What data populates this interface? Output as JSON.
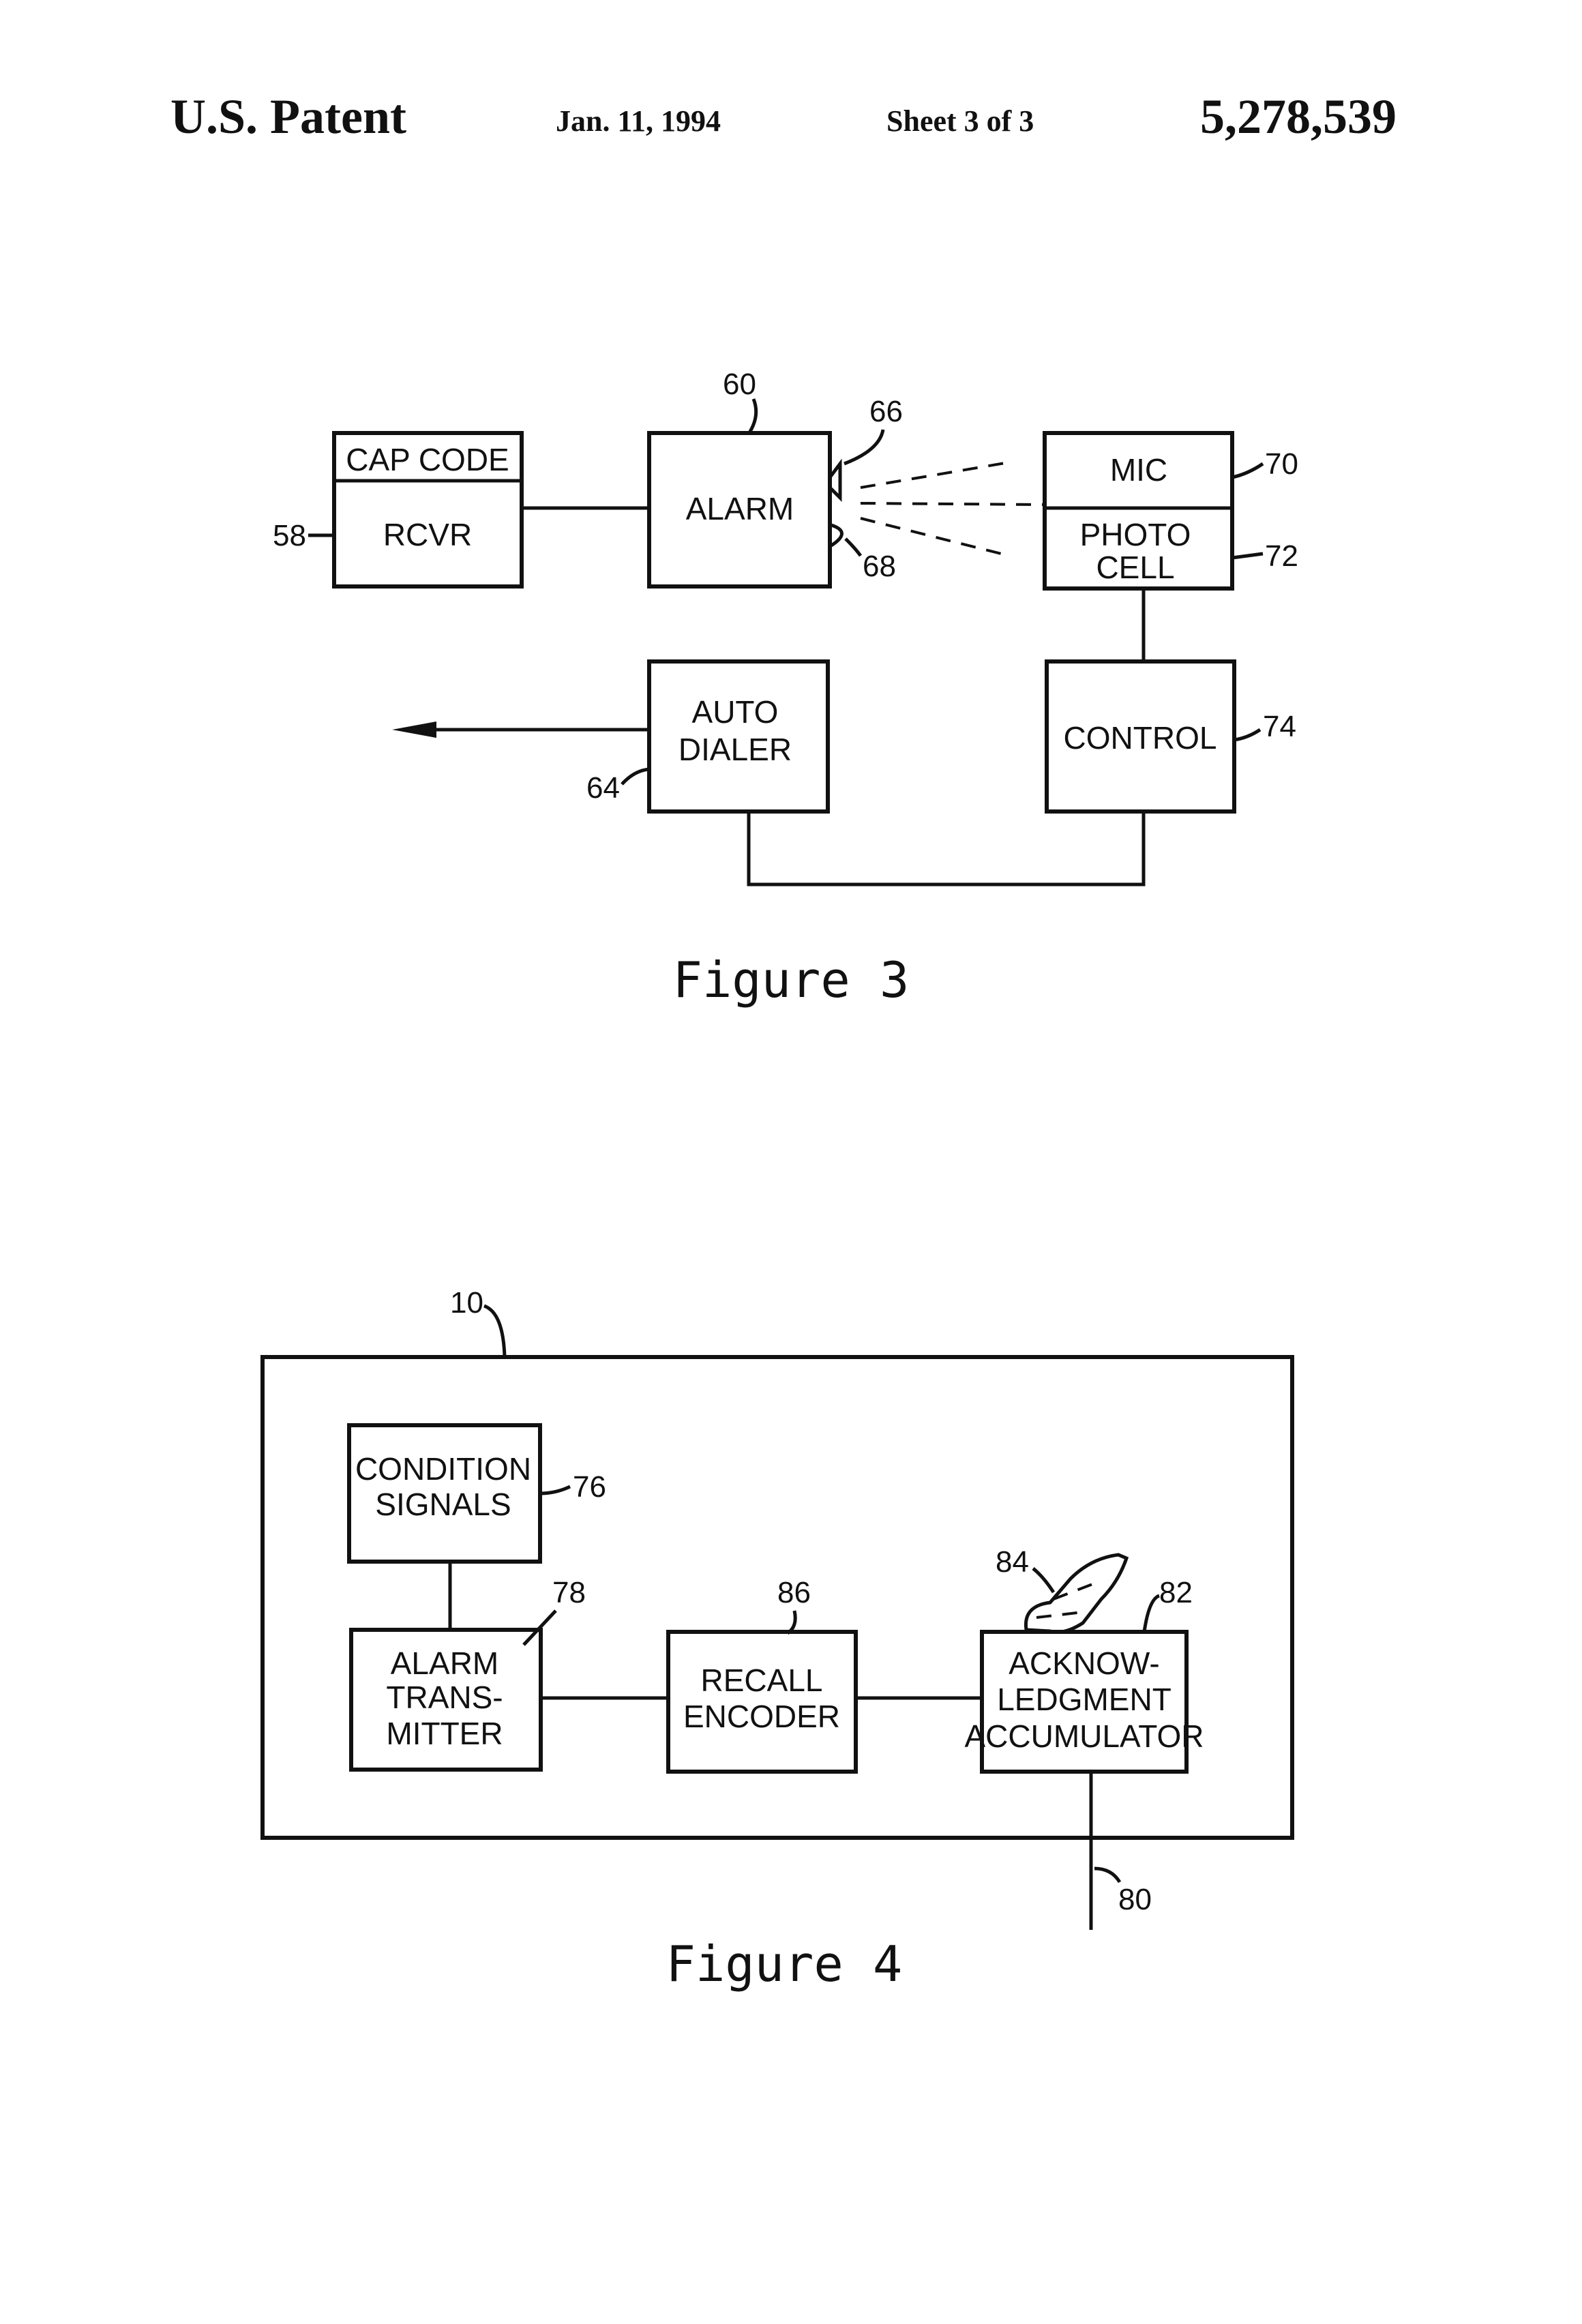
{
  "header": {
    "left": "U.S. Patent",
    "date": "Jan. 11, 1994",
    "sheet": "Sheet 3 of 3",
    "number": "5,278,539"
  },
  "figure3": {
    "caption": "Figure 3",
    "cap_code": "CAP CODE",
    "rcvr": "RCVR",
    "alarm": "ALARM",
    "mic": "MIC",
    "photo_line1": "PHOTO",
    "photo_line2": "CELL",
    "auto_line1": "AUTO",
    "auto_line2": "DIALER",
    "control": "CONTROL",
    "refs": {
      "r58": "58",
      "r60": "60",
      "r64": "64",
      "r66": "66",
      "r68": "68",
      "r70": "70",
      "r72": "72",
      "r74": "74"
    }
  },
  "figure4": {
    "caption": "Figure 4",
    "condition_line1": "CONDITION",
    "condition_line2": "SIGNALS",
    "alarm_line1": "ALARM",
    "alarm_line2": "TRANS-",
    "alarm_line3": "MITTER",
    "recall_line1": "RECALL",
    "recall_line2": "ENCODER",
    "ack_line1": "ACKNOW-",
    "ack_line2": "LEDGMENT",
    "ack_line3": "ACCUMULATOR",
    "refs": {
      "r10": "10",
      "r76": "76",
      "r78": "78",
      "r80": "80",
      "r82": "82",
      "r84": "84",
      "r86": "86"
    }
  }
}
